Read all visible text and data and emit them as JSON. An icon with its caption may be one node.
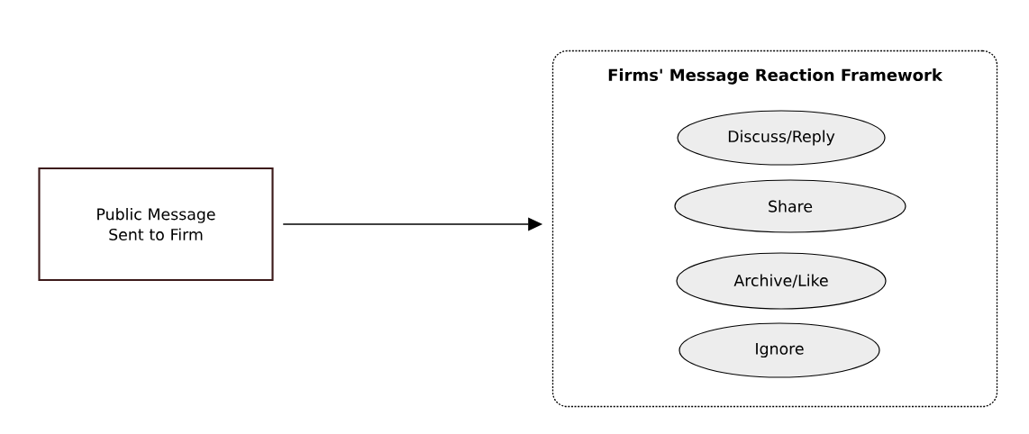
{
  "diagram": {
    "nodes": [
      {
        "text": [
          "Public Message Sent to Firm"
        ]
      },
      {
        "text": [
          "Firms' Message Reaction Framework"
        ]
      },
      {
        "text": [
          "Discuss/Reply"
        ],
        "in": 1
      },
      {
        "text": [
          "Share"
        ],
        "in": 1
      },
      {
        "text": [
          "Archive/Like"
        ],
        "in": 1
      },
      {
        "text": [
          "Ignore"
        ],
        "in": 1
      }
    ],
    "edges": [
      {
        "from": 0,
        "to": 1,
        "arrow": "to"
      }
    ]
  }
}
